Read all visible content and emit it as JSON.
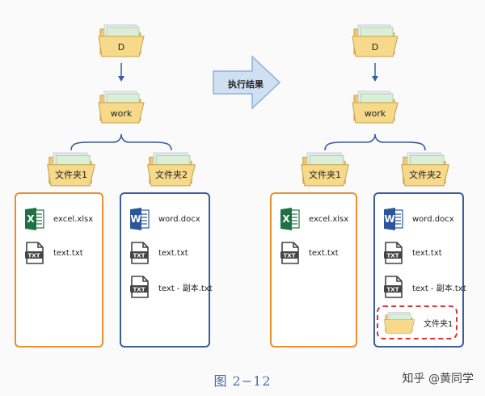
{
  "diagram": {
    "arrow_label": "执行结果",
    "figure_caption": "图 2−12",
    "watermark": "知乎 @黄同学",
    "colors": {
      "folder_fill": "#f6d98b",
      "folder_stroke": "#c8a24a",
      "orange_border": "#e8902e",
      "blue_border": "#3b5e9c",
      "arrow_fill": "#cfe0f3",
      "dashed": "#dd3333"
    },
    "left": {
      "root": "D",
      "child": "work",
      "folder_a": "文件夹1",
      "folder_b": "文件夹2",
      "files_a": [
        {
          "name": "excel.xlsx",
          "icon": "excel-icon"
        },
        {
          "name": "text.txt",
          "icon": "txt-icon"
        }
      ],
      "files_b": [
        {
          "name": "word.docx",
          "icon": "word-icon"
        },
        {
          "name": "text.txt",
          "icon": "txt-icon"
        },
        {
          "name": "text - 副本.txt",
          "icon": "txt-icon"
        }
      ]
    },
    "right": {
      "root": "D",
      "child": "work",
      "folder_a": "文件夹1",
      "folder_b": "文件夹2",
      "files_a": [
        {
          "name": "excel.xlsx",
          "icon": "excel-icon"
        },
        {
          "name": "text.txt",
          "icon": "txt-icon"
        }
      ],
      "files_b": [
        {
          "name": "word.docx",
          "icon": "word-icon"
        },
        {
          "name": "text.txt",
          "icon": "txt-icon"
        },
        {
          "name": "text - 副本.txt",
          "icon": "txt-icon"
        }
      ],
      "moved_folder": "文件夹1"
    }
  }
}
